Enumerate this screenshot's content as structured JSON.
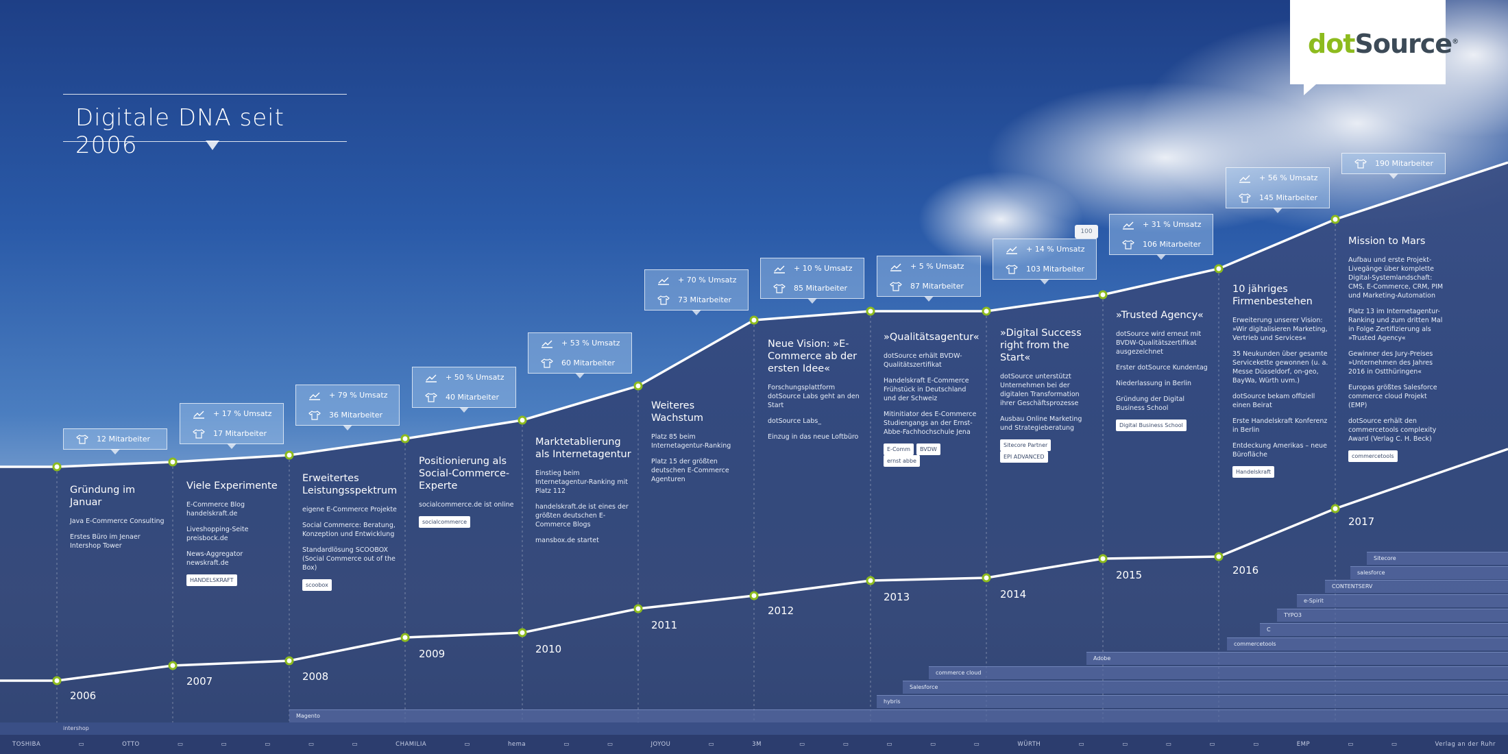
{
  "title": "Digitale DNA seit 2006",
  "logo": {
    "part1": "dot",
    "part2": "Source",
    "reg": "®"
  },
  "stats": [
    {
      "umsatz": "",
      "mitarbeiter": "12 Mitarbeiter"
    },
    {
      "umsatz": "+ 17 % Umsatz",
      "mitarbeiter": "17 Mitarbeiter"
    },
    {
      "umsatz": "+ 79 % Umsatz",
      "mitarbeiter": "36 Mitarbeiter"
    },
    {
      "umsatz": "+ 50 % Umsatz",
      "mitarbeiter": "40 Mitarbeiter"
    },
    {
      "umsatz": "+ 53 % Umsatz",
      "mitarbeiter": "60 Mitarbeiter"
    },
    {
      "umsatz": "+ 70 % Umsatz",
      "mitarbeiter": "73 Mitarbeiter"
    },
    {
      "umsatz": "+ 10 % Umsatz",
      "mitarbeiter": "85 Mitarbeiter"
    },
    {
      "umsatz": "+ 5 % Umsatz",
      "mitarbeiter": "87 Mitarbeiter"
    },
    {
      "umsatz": "+ 14 % Umsatz",
      "mitarbeiter": "103 Mitarbeiter"
    },
    {
      "umsatz": "+ 31 % Umsatz",
      "mitarbeiter": "106 Mitarbeiter"
    },
    {
      "umsatz": "+ 56 % Umsatz",
      "mitarbeiter": "145 Mitarbeiter"
    },
    {
      "umsatz": "",
      "mitarbeiter": "190 Mitarbeiter"
    }
  ],
  "badge_100": "100",
  "years": [
    "2006",
    "2007",
    "2008",
    "2009",
    "2010",
    "2011",
    "2012",
    "2013",
    "2014",
    "2015",
    "2016",
    "2017"
  ],
  "columns": [
    {
      "title": "Gründung im Januar",
      "items": [
        "Java E-Commerce Consulting",
        "Erstes Büro im Jenaer Intershop Tower"
      ]
    },
    {
      "title": "Viele Experimente",
      "items": [
        "E-Commerce Blog handelskraft.de",
        "Liveshopping-Seite preisbock.de",
        "News-Aggregator newskraft.de"
      ],
      "logos": [
        "HANDELSKRAFT"
      ]
    },
    {
      "title": "Erweitertes Leistungsspektrum",
      "items": [
        "eigene E-Commerce Projekte",
        "Social Commerce: Beratung, Konzeption und Entwicklung",
        "Standardlösung SCOOBOX (Social Commerce out of the Box)"
      ],
      "logos": [
        "scoobox"
      ]
    },
    {
      "title": "Positionierung als Social-Commerce-Experte",
      "items": [
        "socialcommerce.de ist online"
      ],
      "logos": [
        "socialcommerce"
      ]
    },
    {
      "title": "Marktetablierung als Internetagentur",
      "items": [
        "Einstieg beim Internetagentur-Ranking mit Platz 112",
        "handelskraft.de ist eines der größten deutschen E-Commerce Blogs",
        "mansbox.de startet"
      ]
    },
    {
      "title": "Weiteres Wachstum",
      "items": [
        "Platz 85 beim Internetagentur-Ranking",
        "Platz 15 der größten deutschen E-Commerce Agenturen"
      ]
    },
    {
      "title": "Neue Vision: »E-Commerce ab der ersten Idee«",
      "items": [
        "Forschungsplattform dotSource Labs geht an den Start",
        "dotSource Labs_",
        "Einzug in das neue Loftbüro"
      ]
    },
    {
      "title": "»Qualitätsagentur«",
      "items": [
        "dotSource erhält BVDW-Qualitätszertifikat",
        "Handelskraft E-Commerce Frühstück in Deutschland und der Schweiz",
        "Mitinitiator des E-Commerce Studiengangs an der Ernst-Abbe-Fachhochschule Jena"
      ],
      "logos": [
        "E-Comm",
        "BVDW",
        "ernst abbe"
      ]
    },
    {
      "title": "»Digital Success right from the Start«",
      "items": [
        "dotSource unterstützt Unternehmen bei der digitalen Transformation ihrer Geschäftsprozesse",
        "Ausbau Online Marketing und Strategieberatung"
      ],
      "logos": [
        "Sitecore Partner",
        "EPI ADVANCED"
      ]
    },
    {
      "title": "»Trusted Agency«",
      "items": [
        "dotSource wird erneut mit BVDW-Qualitätszertifikat ausgezeichnet",
        "Erster dotSource Kundentag",
        "Niederlassung in Berlin",
        "Gründung der Digital Business School"
      ],
      "logos": [
        "Digital Business School"
      ]
    },
    {
      "title": "10 jähriges Firmenbestehen",
      "items": [
        "Erweiterung unserer Vision: »Wir digitalisieren Marketing, Vertrieb und Services«",
        "35 Neukunden über gesamte Servicekette gewonnen (u. a. Messe Düsseldorf, on-geo, BayWa, Würth uvm.)",
        "dotSource bekam offiziell einen Beirat",
        "Erste Handelskraft Konferenz in Berlin",
        "Entdeckung Amerikas – neue Bürofläche"
      ],
      "logos": [
        "Handelskraft"
      ]
    },
    {
      "title": "Mission to Mars",
      "items": [
        "Aufbau und erste Projekt-Livegänge über komplette Digital-Systemlandschaft: CMS, E-Commerce, CRM, PIM und Marketing-Automation",
        "Platz 13 im Internetagentur-Ranking und zum dritten Mal in Folge Zertifizierung als »Trusted Agency«",
        "Gewinner des Jury-Preises »Unternehmen des Jahres 2016 in Ostthüringen«",
        "Europas größtes Salesforce commerce cloud Projekt (EMP)",
        "dotSource erhält den commercetools complexity Award (Verlag C. H. Beck)"
      ],
      "logos": [
        "commercetools"
      ]
    }
  ],
  "bands": [
    {
      "label": "intershop"
    },
    {
      "label": "Magento"
    },
    {
      "label": "hybris"
    },
    {
      "label": "Salesforce"
    },
    {
      "label": "commerce cloud"
    },
    {
      "label": "Adobe"
    },
    {
      "label": "commercetools"
    },
    {
      "label": "C"
    },
    {
      "label": "TYPO3"
    },
    {
      "label": "e-Spirit"
    },
    {
      "label": "CONTENTSERV"
    },
    {
      "label": "salesforce"
    },
    {
      "label": "Sitecore"
    }
  ],
  "brands": [
    "TOSHIBA",
    "",
    "OTTO",
    "",
    "",
    "",
    "",
    "",
    "CHAMILIA",
    "",
    "hema",
    "",
    "",
    "JOYOU",
    "",
    "3M",
    "",
    "",
    "",
    "",
    "",
    "WÜRTH",
    "",
    "",
    "",
    "",
    "",
    "EMP",
    "",
    "",
    "Verlag an der Ruhr"
  ],
  "colors": {
    "accent": "#8dbb1e",
    "line": "#ffffff",
    "mountain": "#2c3d6e"
  }
}
